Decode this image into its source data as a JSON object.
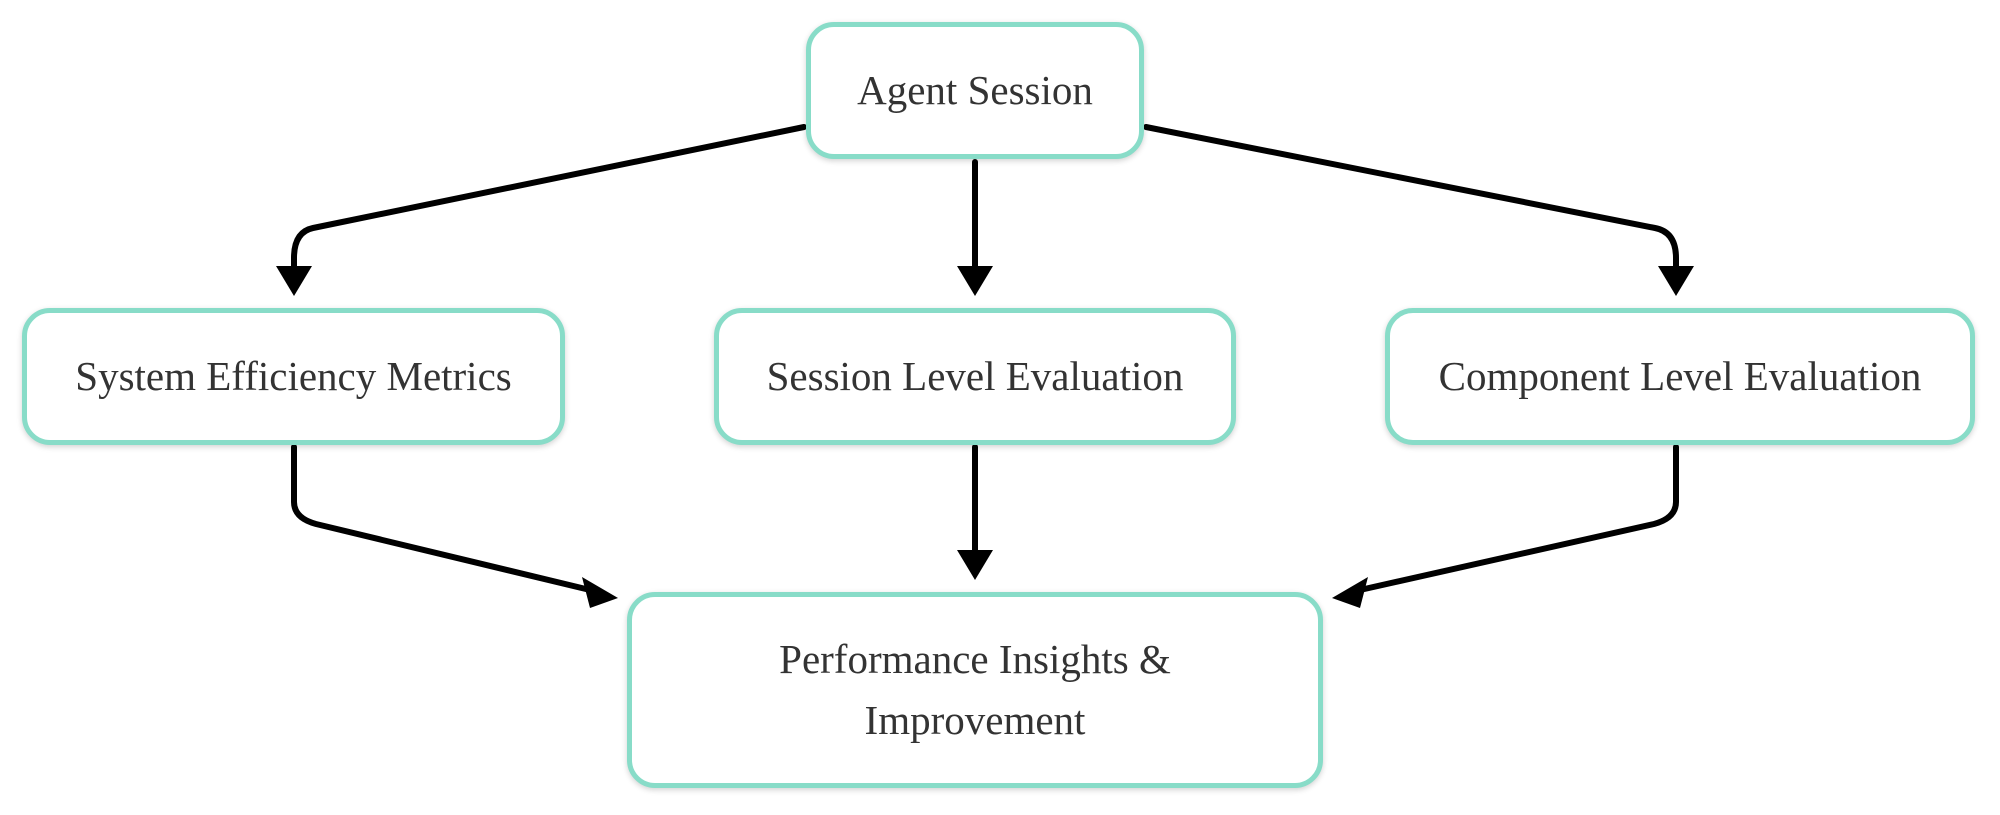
{
  "diagram": {
    "nodes": {
      "agent_session": "Agent Session",
      "system_efficiency": "System Efficiency Metrics",
      "session_level": "Session Level Evaluation",
      "component_level": "Component Level Evaluation",
      "performance_line1": "Performance Insights &",
      "performance_line2": "Improvement"
    },
    "edges": [
      {
        "from": "agent_session",
        "to": "system_efficiency"
      },
      {
        "from": "agent_session",
        "to": "session_level"
      },
      {
        "from": "agent_session",
        "to": "component_level"
      },
      {
        "from": "system_efficiency",
        "to": "performance_insights"
      },
      {
        "from": "session_level",
        "to": "performance_insights"
      },
      {
        "from": "component_level",
        "to": "performance_insights"
      }
    ],
    "colors": {
      "node_border": "#88dcc8",
      "edge": "#000000",
      "text": "#333333"
    }
  }
}
